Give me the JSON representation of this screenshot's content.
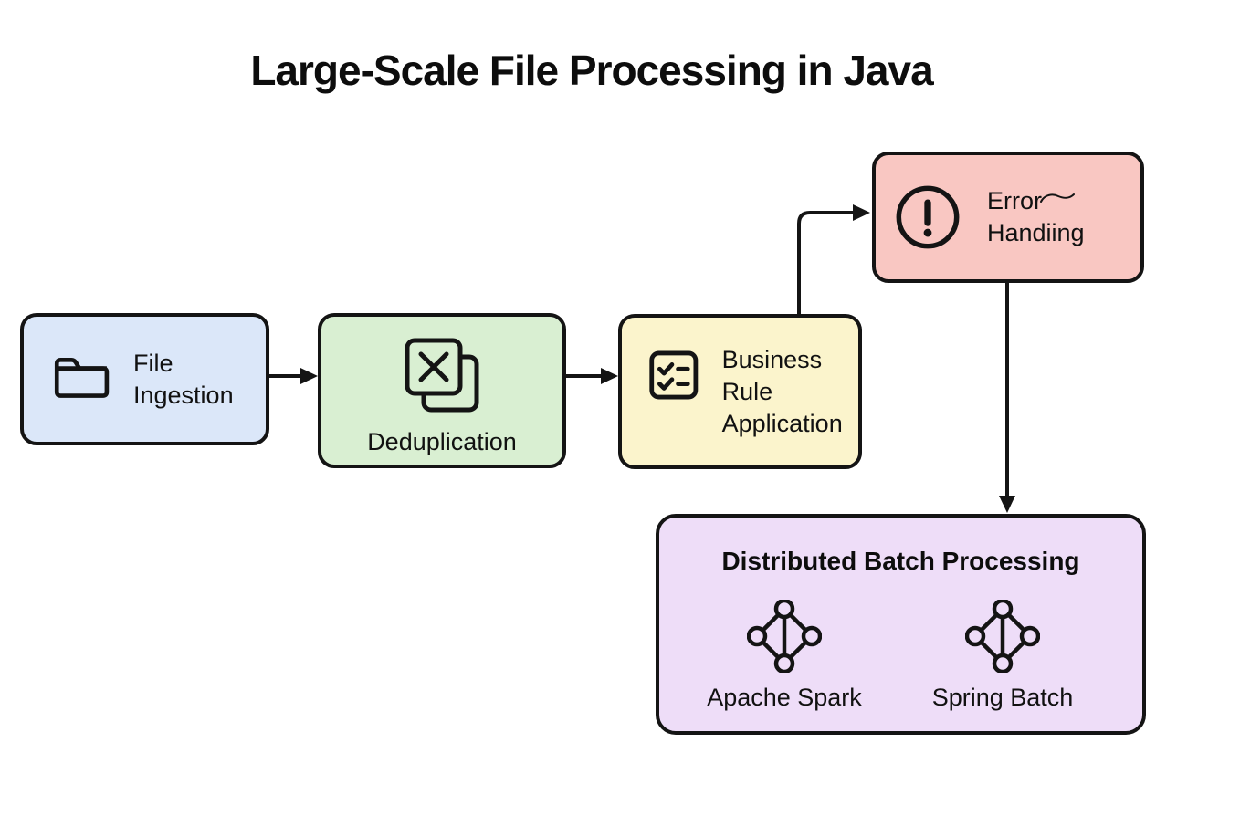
{
  "title": "Large-Scale File Processing in Java",
  "colors": {
    "ingestion": "#dbe7f9",
    "dedup": "#d9efd2",
    "rules": "#fbf4cc",
    "error": "#f9c7c2",
    "batch": "#eeddf8",
    "stroke": "#141414",
    "text": "#141414"
  },
  "nodes": {
    "file_ingestion": {
      "label": "File Ingestion",
      "icon": "folder-icon"
    },
    "deduplication": {
      "label": "Deduplication",
      "icon": "duplicate-files-x-icon"
    },
    "business_rules": {
      "label": "Business Rule Application",
      "icon": "checklist-icon"
    },
    "error_handling": {
      "line1": "Error",
      "line2": "Handiing",
      "icon": "alert-circle-icon"
    },
    "batch": {
      "title": "Distributed Batch Processing",
      "items": [
        {
          "label": "Apache Spark",
          "icon": "network-nodes-icon"
        },
        {
          "label": "Spring Batch",
          "icon": "network-nodes-icon"
        }
      ]
    }
  },
  "flow": [
    {
      "from": "File Ingestion",
      "to": "Deduplication"
    },
    {
      "from": "Deduplication",
      "to": "Business Rule Application"
    },
    {
      "from": "Business Rule Application",
      "to": "Error Handiing"
    },
    {
      "from": "Error Handiing",
      "to": "Distributed Batch Processing"
    }
  ]
}
